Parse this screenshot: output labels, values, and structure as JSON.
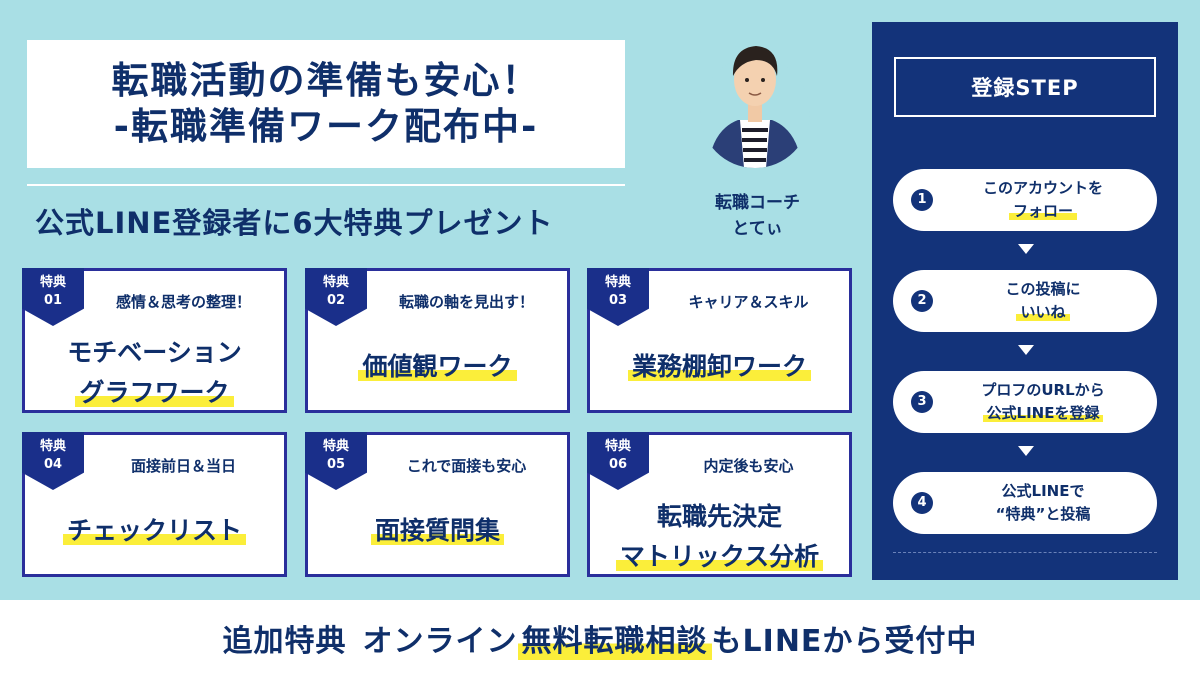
{
  "title": {
    "line1": "転職活動の準備も安心！",
    "line2": "-転職準備ワーク配布中-"
  },
  "subtitle": "公式LINE登録者に6大特典プレゼント",
  "coach": {
    "line1": "転職コーチ",
    "line2": "とてぃ"
  },
  "cards": [
    {
      "tag_label": "特典",
      "tag_num": "01",
      "small": "感情＆思考の整理！",
      "big_line1": "モチベーション",
      "big_line2": "グラフワーク"
    },
    {
      "tag_label": "特典",
      "tag_num": "02",
      "small": "転職の軸を見出す！",
      "big_line1": "価値観ワーク",
      "big_line2": ""
    },
    {
      "tag_label": "特典",
      "tag_num": "03",
      "small": "キャリア＆スキル",
      "big_line1": "業務棚卸ワーク",
      "big_line2": ""
    },
    {
      "tag_label": "特典",
      "tag_num": "04",
      "small": "面接前日＆当日",
      "big_line1": "チェックリスト",
      "big_line2": ""
    },
    {
      "tag_label": "特典",
      "tag_num": "05",
      "small": "これで面接も安心",
      "big_line1": "面接質問集",
      "big_line2": ""
    },
    {
      "tag_label": "特典",
      "tag_num": "06",
      "small": "内定後も安心",
      "big_line1": "転職先決定",
      "big_line2": "マトリックス分析"
    }
  ],
  "steps": {
    "header": "登録STEP",
    "items": [
      {
        "num": "1",
        "line1": "このアカウントを",
        "line2": "フォロー"
      },
      {
        "num": "2",
        "line1": "この投稿に",
        "line2": "いいね"
      },
      {
        "num": "3",
        "line1": "プロフのURLから",
        "line2": "公式LINEを登録"
      },
      {
        "num": "4",
        "line1": "公式LINEで",
        "line2": "“特典”と投稿"
      }
    ]
  },
  "bottom": {
    "part1": "追加特典",
    "part2": "オンライン",
    "part3": "無料転職相談",
    "part4": "もLINEから受付中"
  },
  "colors": {
    "background": "#a9dfe5",
    "navy": "#13337a",
    "highlight": "#fbee3a"
  }
}
